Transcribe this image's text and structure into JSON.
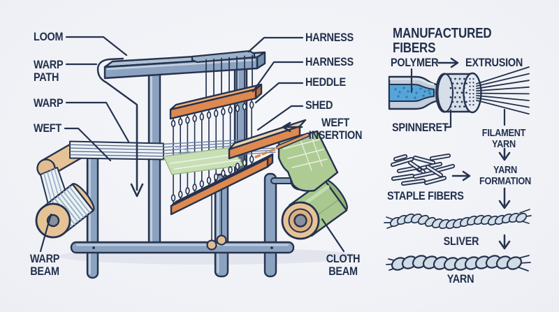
{
  "loom": {
    "labels": {
      "loom": "LOOM",
      "warp_path": "WARP\nPATH",
      "warp": "WARP",
      "weft": "WEFT",
      "harness_1": "HARNESS",
      "harness_2": "HARNESS",
      "heddle": "HEDDLE",
      "shed": "SHED",
      "weft_insertion": "WEFT\nINSERTION",
      "warp_beam": "WARP\nBEAM",
      "cloth_beam": "CLOTH\nBEAM"
    }
  },
  "panel": {
    "title": "MANUFACTURED FIBERS",
    "labels": {
      "polymer": "POLYMER",
      "extrusion": "EXTRUSION",
      "spinneret": "SPINNERET",
      "filament_yarn": "FILAMENT\nYARN",
      "yarn_formation": "YARN\nFORMATION",
      "staple_fibers": "STAPLE FIBERS",
      "sliver": "SLIVER",
      "yarn": "YARN"
    }
  },
  "colors": {
    "background": "#f1f2f6",
    "outline": "#25324e",
    "frame_blue": "#8ba3c0",
    "harness_orange": "#de8950",
    "beam_tan": "#e6c396",
    "cloth_green": "#a9c890",
    "polymer_blue": "#57a5d8",
    "thread_white": "#edf2f7"
  }
}
